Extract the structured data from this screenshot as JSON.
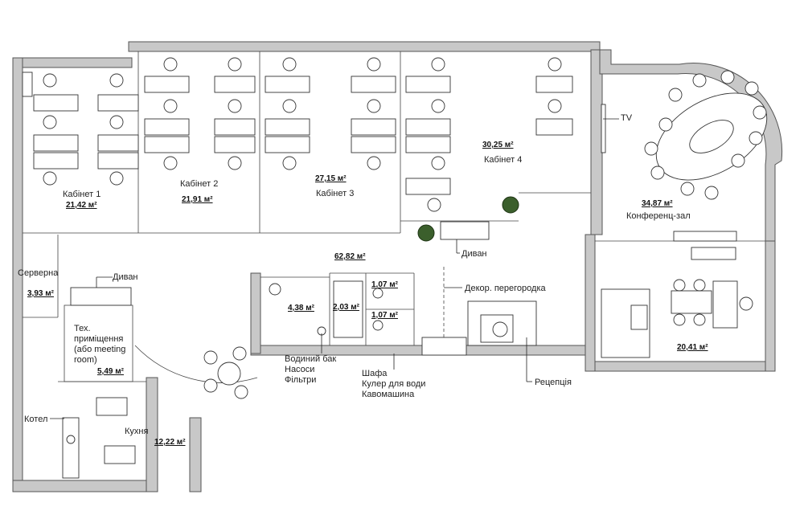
{
  "rooms": {
    "office1": {
      "name": "Кабінет 1",
      "area": "21,42 м²"
    },
    "office2": {
      "name": "Кабінет 2",
      "area": "21,91 м²"
    },
    "office3": {
      "name": "Кабінет 3",
      "area": "27,15 м²"
    },
    "office4": {
      "name": "Кабінет 4",
      "area": "30,25 м²"
    },
    "conference": {
      "name": "Конференц-зал",
      "area": "34,87 м²"
    },
    "server": {
      "name": "Серверна",
      "area": "3,93 м²"
    },
    "hall": {
      "area": "62,82 м²"
    },
    "utility": {
      "area": "4,38 м²"
    },
    "storage": {
      "area": "2,03 м²"
    },
    "wc1": {
      "area": "1,07 м²"
    },
    "wc2": {
      "area": "1,07 м²"
    },
    "tech": {
      "line1": "Тех.",
      "line2": "приміщення",
      "line3": "(або meeting",
      "line4": "room)",
      "area": "5,49 м²"
    },
    "kitchen": {
      "name": "Кухня",
      "area": "12,22 м²"
    },
    "director": {
      "area": "20,41 м²"
    }
  },
  "labels": {
    "tv": "TV",
    "sofa_hall": "Диван",
    "sofa_left": "Диван",
    "partition": "Декор. перегородка",
    "water": [
      "Водиний бак",
      "Насоси",
      "Фільтри"
    ],
    "wardrobe": [
      "Шафа",
      "Кулер для води",
      "Кавомашина"
    ],
    "reception": "Рецепція",
    "boiler": "Котел"
  }
}
